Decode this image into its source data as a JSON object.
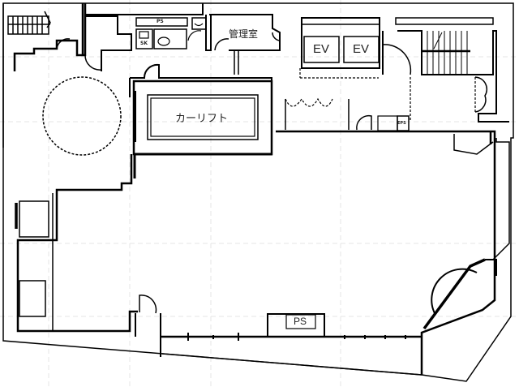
{
  "floor_plan": {
    "rooms": {
      "management_office": "管理室",
      "car_lift": "カーリフト",
      "elevator_1": "EV",
      "elevator_2": "EV",
      "pipe_shaft_top": "PS",
      "pipe_shaft_bottom": "PS",
      "service_sink": "SK",
      "electrical_pipe_shaft": "EPS"
    },
    "colors": {
      "wall": "#000000",
      "grid": "#dddddd",
      "background": "#ffffff"
    }
  }
}
